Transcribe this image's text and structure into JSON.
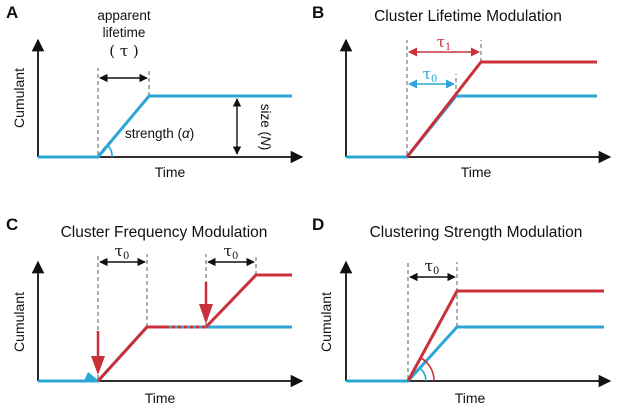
{
  "colors": {
    "blue": "#2aa7d6",
    "red": "#c9303a",
    "axis": "#111111",
    "guide": "#777777"
  },
  "panels": {
    "A": {
      "letter": "A",
      "ylabel": "Cumulant",
      "xlabel": "Time",
      "lifetime_line1": "apparent",
      "lifetime_line2": "lifetime",
      "lifetime_symbol": "( τ )",
      "strength_label": "strength (",
      "strength_symbol": "α",
      "strength_close": ")",
      "size_label": "size (",
      "size_symbol": "N",
      "size_close": ")"
    },
    "B": {
      "letter": "B",
      "title": "Cluster Lifetime Modulation",
      "xlabel": "Time",
      "tau1": "τ",
      "tau1_sub": "1",
      "tau0": "τ",
      "tau0_sub": "0"
    },
    "C": {
      "letter": "C",
      "title": "Cluster Frequency Modulation",
      "ylabel": "Cumulant",
      "xlabel": "Time",
      "tau_a": "τ",
      "tau_a_sub": "0",
      "tau_b": "τ",
      "tau_b_sub": "0"
    },
    "D": {
      "letter": "D",
      "title": "Clustering Strength Modulation",
      "ylabel": "Cumulant",
      "xlabel": "Time",
      "tau": "τ",
      "tau_sub": "0"
    }
  }
}
